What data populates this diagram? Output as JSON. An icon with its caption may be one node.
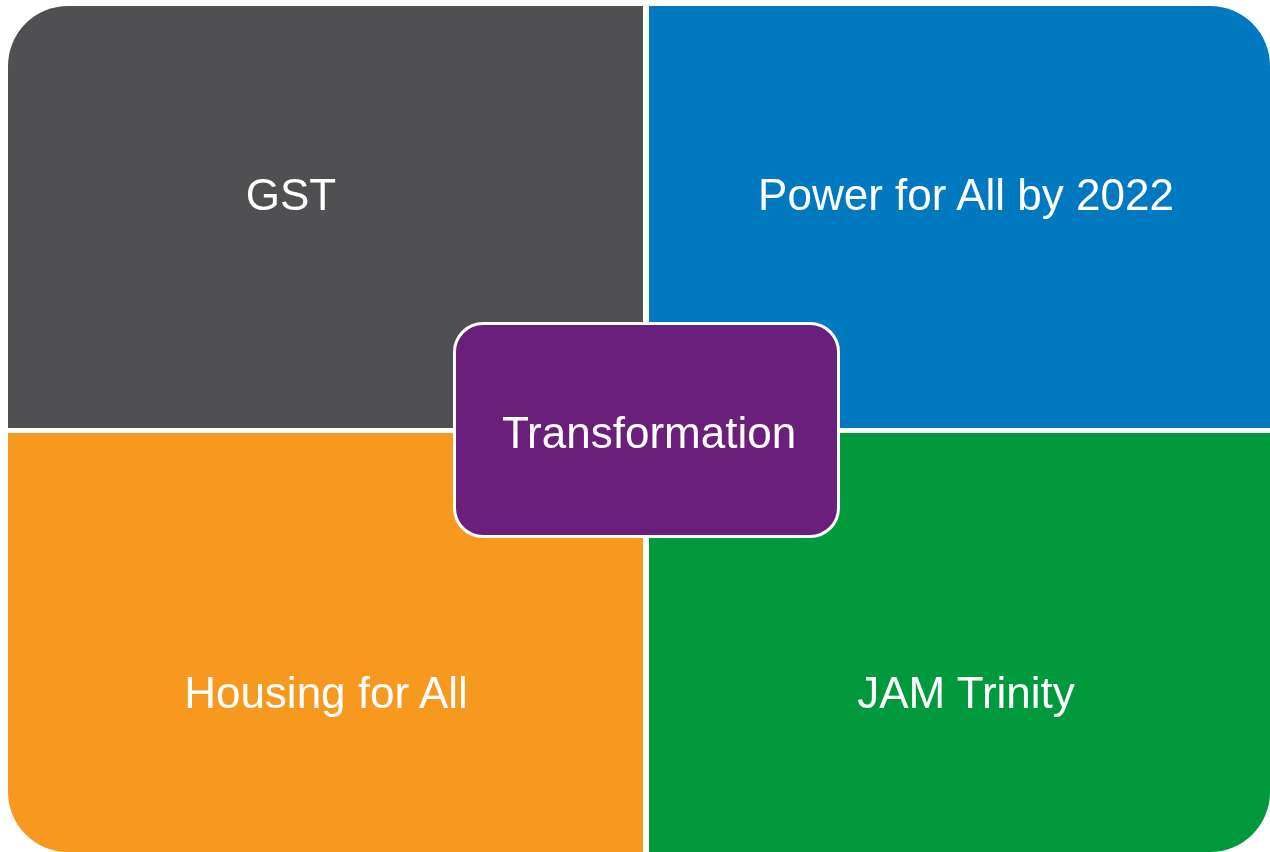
{
  "diagram": {
    "nodes": [
      {
        "text": [
          "GST"
        ]
      },
      {
        "text": [
          "Power for All by 2022"
        ]
      },
      {
        "text": [
          "Transformation"
        ]
      },
      {
        "text": [
          "Housing for All"
        ]
      },
      {
        "text": [
          "JAM Trinity"
        ]
      }
    ]
  }
}
